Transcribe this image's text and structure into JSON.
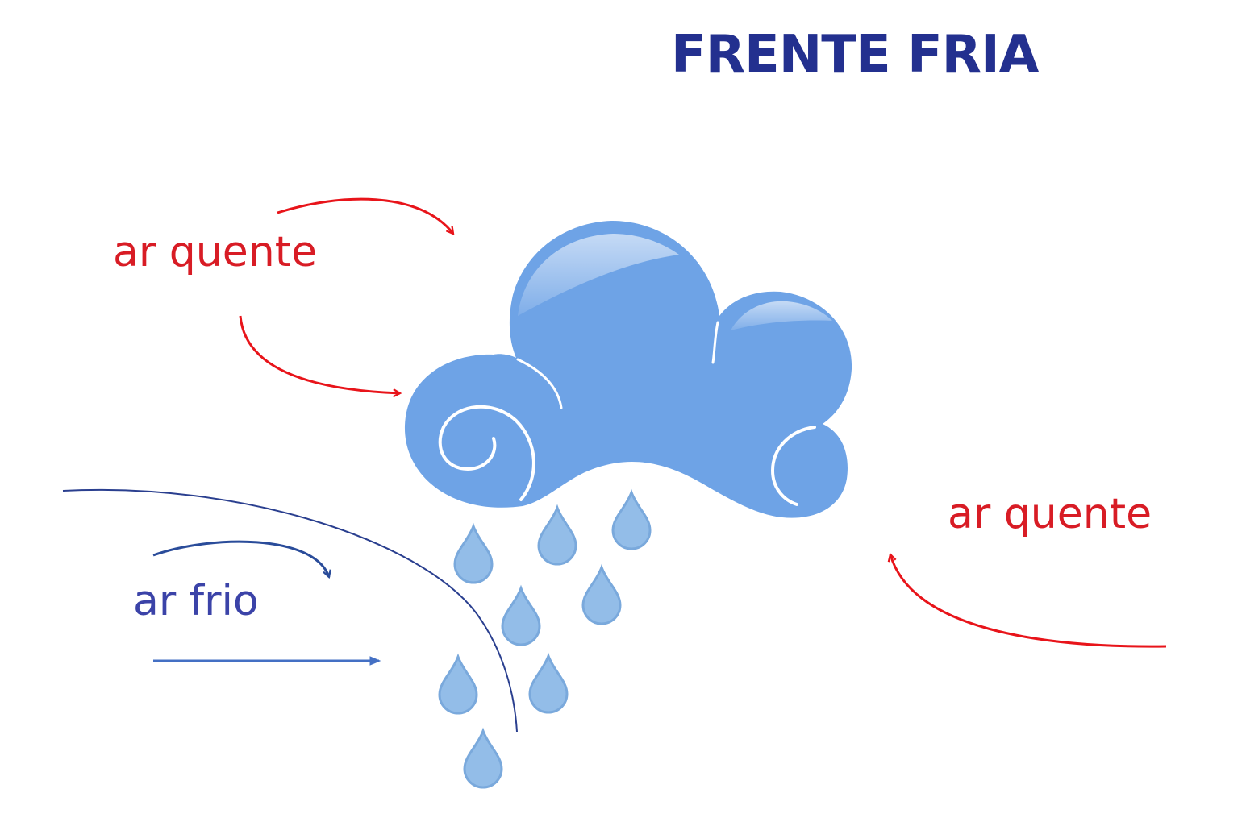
{
  "title": "FRENTE FRIA",
  "labels": {
    "warm_air_left": "ar quente",
    "warm_air_right": "ar quente",
    "cold_air": "ar frio"
  },
  "colors": {
    "title": "#23308f",
    "warm_air": "#d81c25",
    "cold_air": "#3b43a8",
    "cloud": "#6ea3e6",
    "raindrop": "#93bde8"
  }
}
